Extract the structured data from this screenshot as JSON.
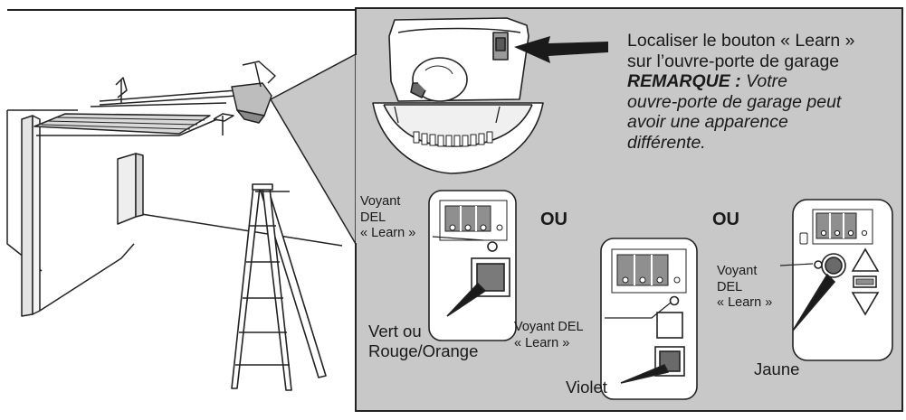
{
  "instruction": {
    "line1": "Localiser le bouton « Learn »",
    "line2": "sur l’ouvre-porte de garage",
    "note_label": "REMARQUE :",
    "note_text1": "Votre",
    "note_text2": "ouvre-porte de garage peut",
    "note_text3": "avoir une apparence",
    "note_text4": "différente."
  },
  "panels": {
    "separator": "OU",
    "panel1": {
      "led_label1": "Voyant",
      "led_label2": "DEL",
      "led_label3": "« Learn »",
      "button_color1": "Vert ou",
      "button_color2": "Rouge/Orange"
    },
    "panel2": {
      "led_label1": "Voyant DEL",
      "led_label2": "« Learn »",
      "button_color": "Violet"
    },
    "panel3": {
      "led_label1": "Voyant",
      "led_label2": "DEL",
      "led_label3": "« Learn »",
      "button_color": "Jaune"
    }
  },
  "colors": {
    "callout_background": "#c8c8c8",
    "line": "#1a1a1a",
    "button_fill": "#7a7a7a"
  }
}
